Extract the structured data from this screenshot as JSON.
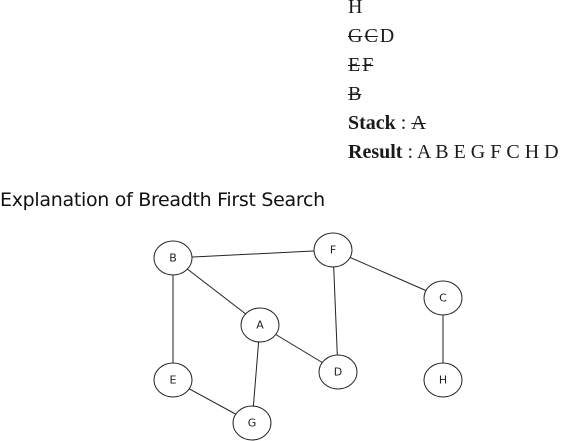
{
  "stack_trace": {
    "rows": [
      {
        "tokens": [
          {
            "text": "H",
            "struck": false
          }
        ]
      },
      {
        "tokens": [
          {
            "text": "G",
            "struck": true
          },
          {
            "text": "C",
            "struck": true
          },
          {
            "text": "D",
            "struck": false
          }
        ]
      },
      {
        "tokens": [
          {
            "text": "E",
            "struck": true
          },
          {
            "text": "F",
            "struck": true
          }
        ]
      },
      {
        "tokens": [
          {
            "text": "B",
            "struck": true
          }
        ]
      }
    ],
    "stack_label": "Stack",
    "stack_value": "A",
    "result_label": "Result",
    "result_value": "A B E G F C H D"
  },
  "section_title": "Explanation of Breadth First Search",
  "graph": {
    "nodes": [
      {
        "id": "B",
        "label": "B"
      },
      {
        "id": "F",
        "label": "F"
      },
      {
        "id": "A",
        "label": "A"
      },
      {
        "id": "C",
        "label": "C"
      },
      {
        "id": "E",
        "label": "E"
      },
      {
        "id": "D",
        "label": "D"
      },
      {
        "id": "H",
        "label": "H"
      },
      {
        "id": "G",
        "label": "G"
      }
    ],
    "edges": [
      [
        "B",
        "F"
      ],
      [
        "B",
        "A"
      ],
      [
        "B",
        "E"
      ],
      [
        "F",
        "C"
      ],
      [
        "F",
        "D"
      ],
      [
        "A",
        "D"
      ],
      [
        "A",
        "G"
      ],
      [
        "E",
        "G"
      ],
      [
        "C",
        "H"
      ]
    ]
  }
}
